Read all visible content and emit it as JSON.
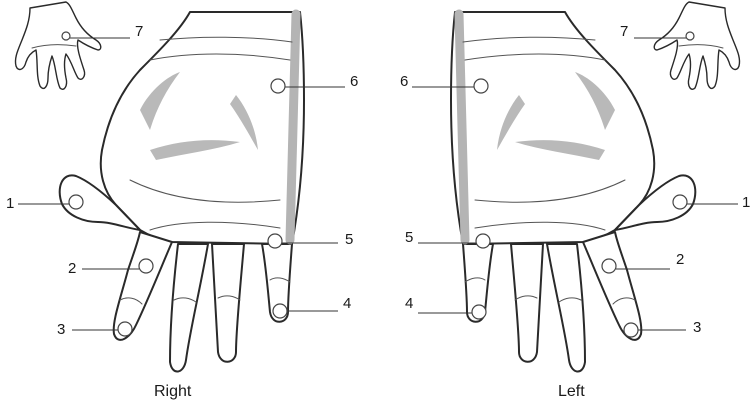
{
  "captions": {
    "right": "Right",
    "left": "Left"
  },
  "points": {
    "right": [
      {
        "label": "1"
      },
      {
        "label": "2"
      },
      {
        "label": "3"
      },
      {
        "label": "4"
      },
      {
        "label": "5"
      },
      {
        "label": "6"
      },
      {
        "label": "7"
      }
    ],
    "left": [
      {
        "label": "1"
      },
      {
        "label": "2"
      },
      {
        "label": "3"
      },
      {
        "label": "4"
      },
      {
        "label": "5"
      },
      {
        "label": "6"
      },
      {
        "label": "7"
      }
    ]
  }
}
